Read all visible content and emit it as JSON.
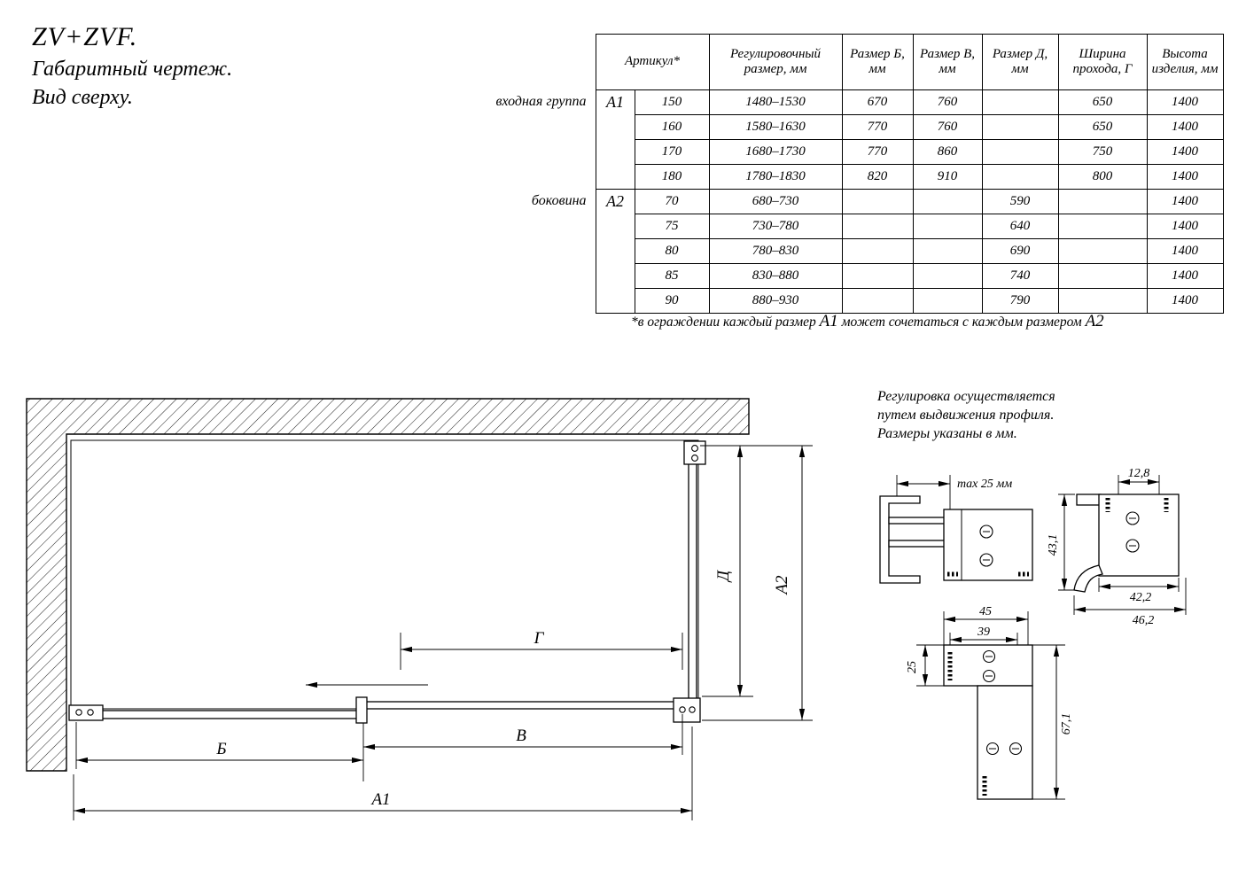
{
  "colors": {
    "ink": "#000000",
    "background": "#ffffff"
  },
  "title": {
    "product": "ZV+ZVF.",
    "subtitle1": "Габаритный чертеж.",
    "subtitle2": "Вид сверху."
  },
  "table": {
    "headers": {
      "artikul": "Артикул*",
      "range": "Регулировочный размер, мм",
      "b": "Размер Б, мм",
      "v": "Размер В, мм",
      "d": "Размер Д, мм",
      "g": "Ширина прохода, Г",
      "h": "Высота изделия, мм"
    },
    "groups": [
      {
        "label": "входная группа",
        "artikul": "А1",
        "rows": [
          {
            "num": "150",
            "range": "1480–1530",
            "b": "670",
            "v": "760",
            "d": "",
            "g": "650",
            "h": "1400"
          },
          {
            "num": "160",
            "range": "1580–1630",
            "b": "770",
            "v": "760",
            "d": "",
            "g": "650",
            "h": "1400"
          },
          {
            "num": "170",
            "range": "1680–1730",
            "b": "770",
            "v": "860",
            "d": "",
            "g": "750",
            "h": "1400"
          },
          {
            "num": "180",
            "range": "1780–1830",
            "b": "820",
            "v": "910",
            "d": "",
            "g": "800",
            "h": "1400"
          }
        ]
      },
      {
        "label": "боковина",
        "artikul": "А2",
        "rows": [
          {
            "num": "70",
            "range": "680–730",
            "b": "",
            "v": "",
            "d": "590",
            "g": "",
            "h": "1400"
          },
          {
            "num": "75",
            "range": "730–780",
            "b": "",
            "v": "",
            "d": "640",
            "g": "",
            "h": "1400"
          },
          {
            "num": "80",
            "range": "780–830",
            "b": "",
            "v": "",
            "d": "690",
            "g": "",
            "h": "1400"
          },
          {
            "num": "85",
            "range": "830–880",
            "b": "",
            "v": "",
            "d": "740",
            "g": "",
            "h": "1400"
          },
          {
            "num": "90",
            "range": "880–930",
            "b": "",
            "v": "",
            "d": "790",
            "g": "",
            "h": "1400"
          }
        ]
      }
    ],
    "footnote": {
      "p1": "*в ограждении каждый размер ",
      "a1": "А1",
      "p2": " может сочетаться с каждым размером ",
      "a2": "А2"
    }
  },
  "note": {
    "line1": "Регулировка осуществляется",
    "line2": "путем выдвижения профиля.",
    "line3": "Размеры указаны в мм."
  },
  "drawing_labels": {
    "b": "Б",
    "v": "В",
    "a1": "А1",
    "g": "Г",
    "d": "Д",
    "a2": "А2"
  },
  "profile_dims": {
    "max25": "max 25 мм",
    "d12_8": "12,8",
    "d43_1": "43,1",
    "d42_2": "42,2",
    "d46_2": "46,2",
    "d45": "45",
    "d39": "39",
    "d25": "25",
    "d67_1": "67,1"
  }
}
